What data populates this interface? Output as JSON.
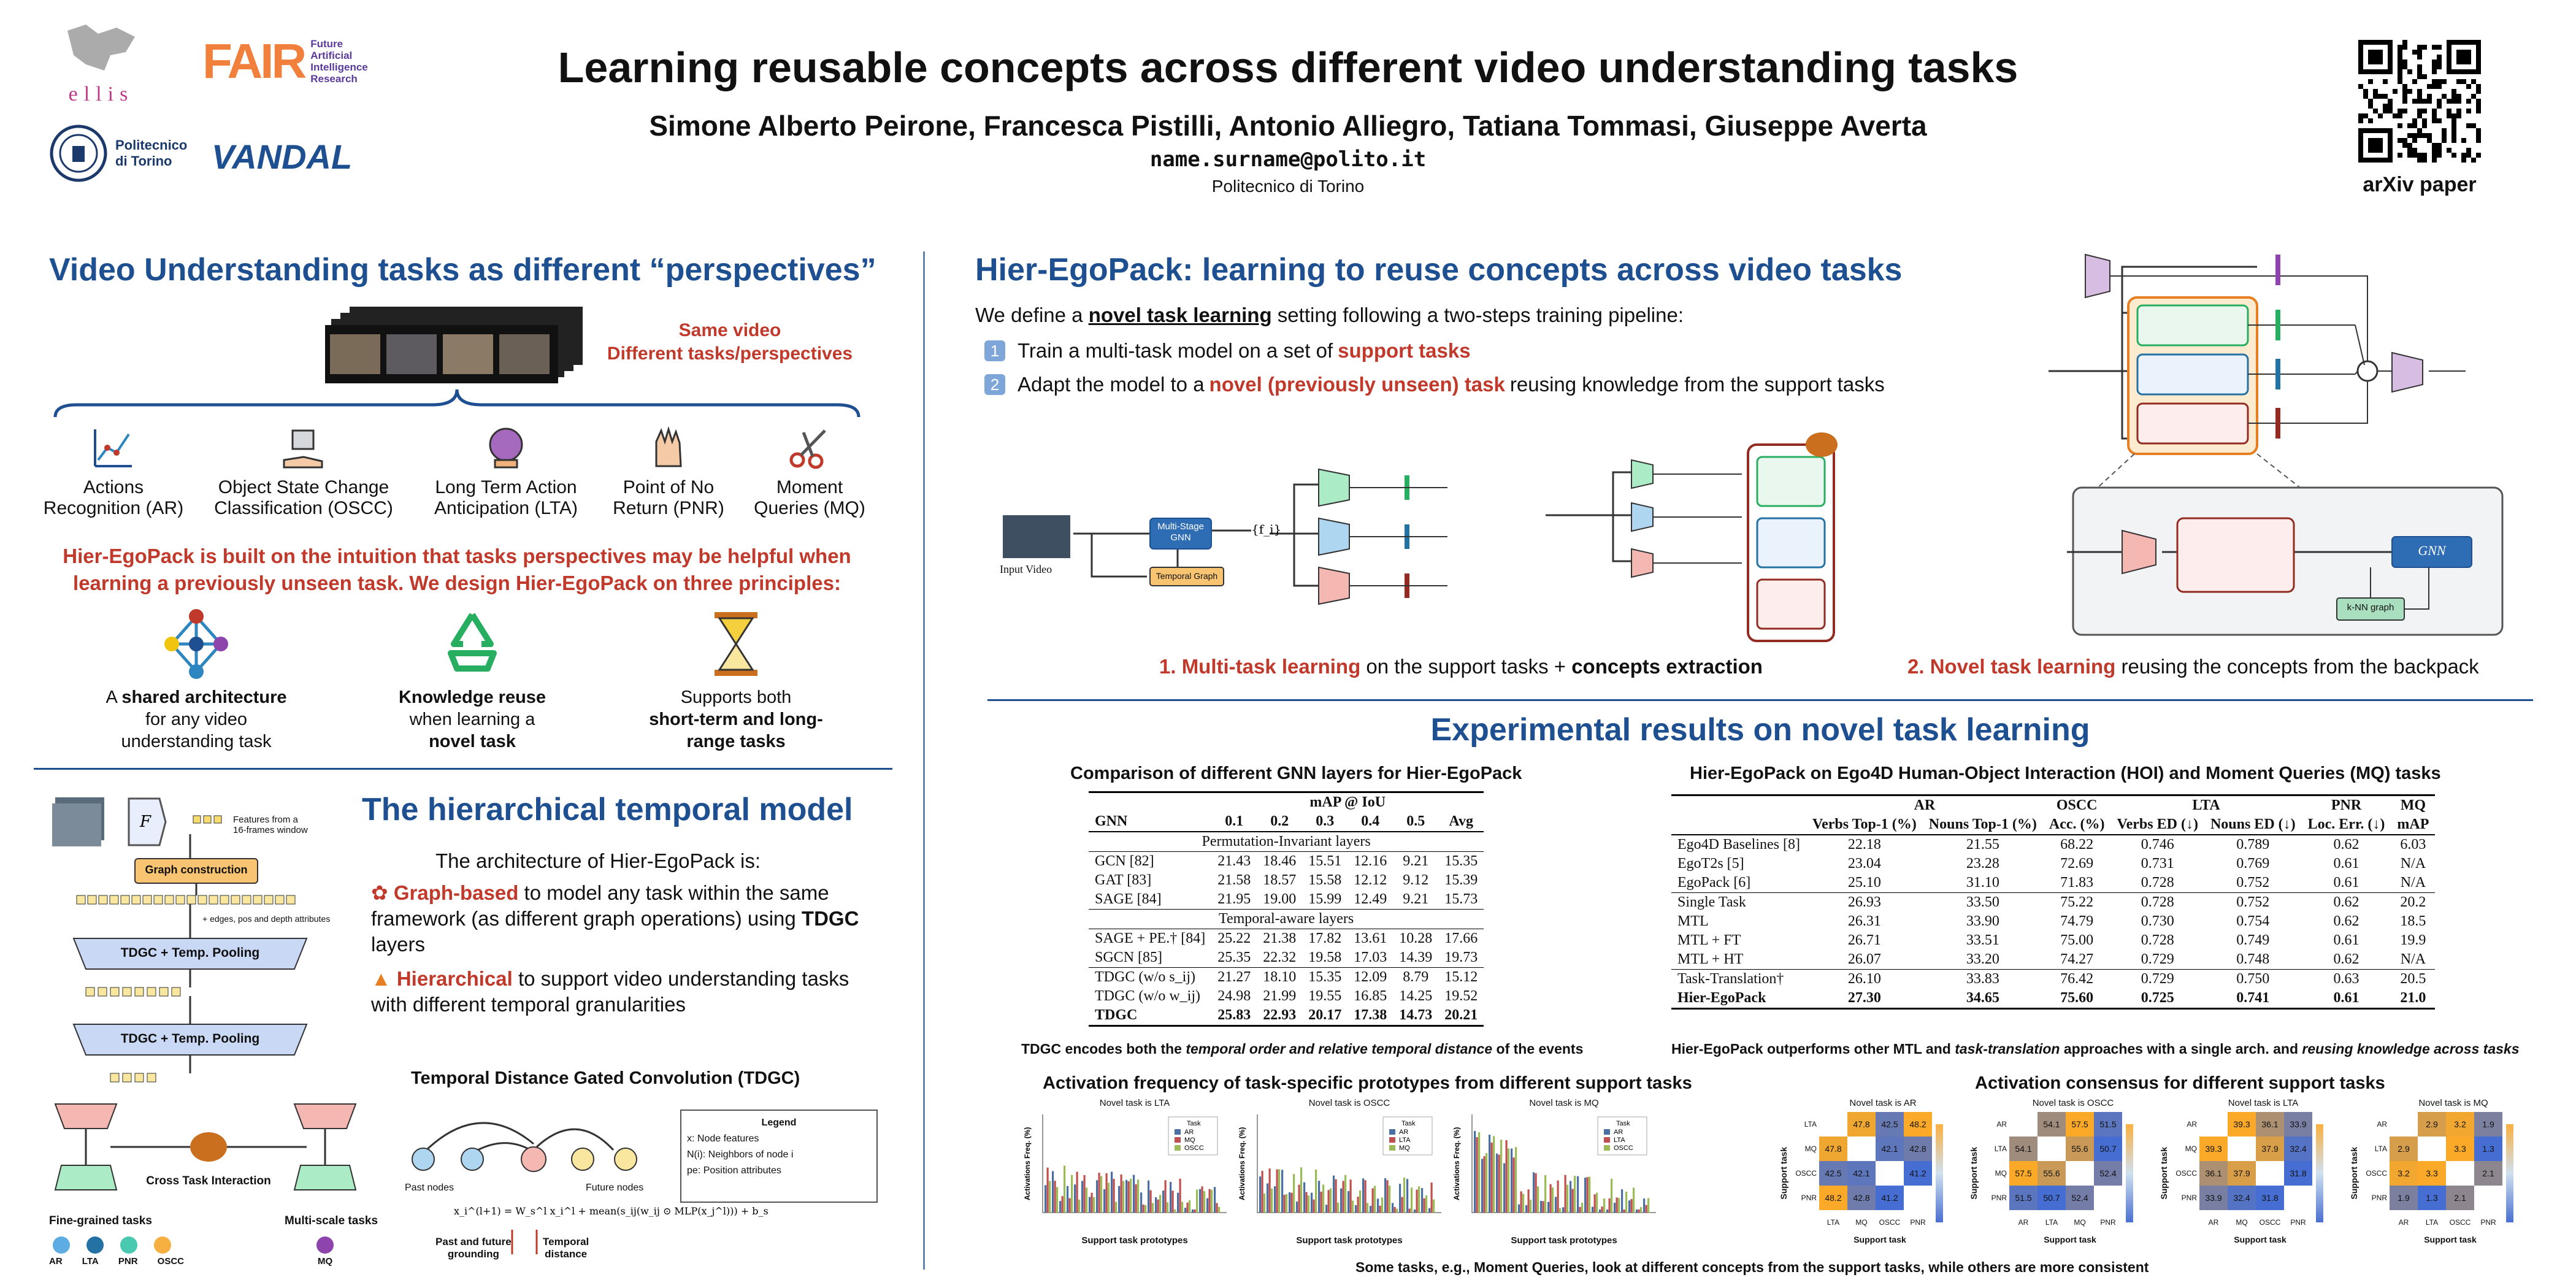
{
  "header": {
    "title": "Learning reusable concepts across different video understanding tasks",
    "authors": "Simone Alberto Peirone, Francesca Pistilli, Antonio Alliegro, Tatiana Tommasi, Giuseppe Averta",
    "email": "name.surname@polito.it",
    "affiliation": "Politecnico di Torino",
    "logos": {
      "ellis": "ellis",
      "fair_acronym": "FAIR",
      "fair_full": [
        "Future",
        "Artificial",
        "Intelligence",
        "Research"
      ],
      "polito": [
        "Politecnico",
        "di Torino"
      ],
      "vandal": "VANDAL"
    },
    "qr_label": "arXiv paper"
  },
  "left": {
    "sec1_title": "Video Understanding tasks as different “perspectives”",
    "same_video": [
      "Same video",
      "Different tasks/perspectives"
    ],
    "tasks": [
      {
        "label": [
          "Actions",
          "Recognition (AR)"
        ],
        "icon": "chart-icon"
      },
      {
        "label": [
          "Object State Change",
          "Classification (OSCC)"
        ],
        "icon": "box-hand-icon"
      },
      {
        "label": [
          "Long Term Action",
          "Anticipation (LTA)"
        ],
        "icon": "crystal-ball-icon"
      },
      {
        "label": [
          "Point of No",
          "Return (PNR)"
        ],
        "icon": "hand-icon"
      },
      {
        "label": [
          "Moment",
          "Queries (MQ)"
        ],
        "icon": "scissors-icon"
      }
    ],
    "intuition": "Hier-EgoPack is built on the intuition that tasks perspectives may be helpful when learning a previously unseen task. We design Hier-EgoPack on three principles:",
    "principles": [
      {
        "pre": "A ",
        "bold": "shared architecture",
        "post": "for any video understanding task",
        "icon": "network-icon"
      },
      {
        "bold": "Knowledge reuse",
        "post": "when learning a",
        "bold2": "novel task",
        "icon": "recycle-icon"
      },
      {
        "pre": "Supports both",
        "bold": "short-term and long-range tasks",
        "icon": "hourglass-icon"
      }
    ],
    "sec2_title": "The hierarchical temporal model",
    "arch_intro": "The architecture of Hier-EgoPack is:",
    "point1_red": "Graph-based",
    "point1_rest": " to model any task within the same framework (as different graph operations) using ",
    "point1_bold": "TDGC",
    "point1_end": " layers",
    "point2_red": "Hierarchical",
    "point2_rest": " to support video understanding tasks with different temporal granularities",
    "diagram": {
      "features_note": [
        "Features from a",
        "16-frames window"
      ],
      "graph_construction": "Graph construction",
      "edges_note": "+ edges, pos and depth attributes",
      "tdgc1": "TDGC + Temp. Pooling",
      "tdgc2": "TDGC + Temp. Pooling",
      "cross_task": "Cross Task Interaction",
      "fine_grained": "Fine-grained tasks",
      "multi_scale": "Multi-scale tasks",
      "fine_tasks": [
        "AR",
        "LTA",
        "PNR",
        "OSCC"
      ],
      "multi_tasks": [
        "MQ"
      ]
    },
    "tdgc_title": "Temporal Distance Gated Convolution (TDGC)",
    "tdgc_labels": {
      "past": "Past nodes",
      "future": "Future nodes",
      "past_future": [
        "Past and future",
        "grounding"
      ],
      "temporal_distance": [
        "Temporal",
        "distance"
      ],
      "legend_title": "Legend",
      "legend": [
        "x: Node features",
        "N(i): Neighbors of node i",
        "pe: Position attributes"
      ]
    }
  },
  "right": {
    "sec_title": "Hier-EgoPack: learning to reuse concepts across video tasks",
    "intro_pre": "We define a ",
    "intro_bold": "novel task learning",
    "intro_post": " setting following a two-steps training pipeline:",
    "step1_pre": "Train a multi-task model on a set of ",
    "step1_red": "support tasks",
    "step2_pre": "Adapt the model to a ",
    "step2_red": "novel (previously unseen) task",
    "step2_post": " reusing knowledge from the support tasks",
    "pipeline": {
      "input_video": "Input Video",
      "msgnn": [
        "Multi-Stage",
        "GNN"
      ],
      "temporal_graph": "Temporal Graph",
      "knn": "k-NN graph",
      "gnn": "GNN"
    },
    "caption1_red": "1. Multi-task learning",
    "caption1_mid": " on the support tasks + ",
    "caption1_bold": "concepts extraction",
    "caption2_red": "2. Novel task learning",
    "caption2_post": " reusing the concepts from the backpack",
    "results_title": "Experimental results on novel task learning",
    "table1": {
      "title": "Comparison of different GNN layers for Hier-EgoPack",
      "group_header": "mAP @ IoU",
      "headers": [
        "GNN",
        "0.1",
        "0.2",
        "0.3",
        "0.4",
        "0.5",
        "Avg"
      ],
      "section1": "Permutation-Invariant layers",
      "rows1": [
        [
          "GCN [82]",
          "21.43",
          "18.46",
          "15.51",
          "12.16",
          "9.21",
          "15.35"
        ],
        [
          "GAT [83]",
          "21.58",
          "18.57",
          "15.58",
          "12.12",
          "9.12",
          "15.39"
        ],
        [
          "SAGE [84]",
          "21.95",
          "19.00",
          "15.99",
          "12.49",
          "9.21",
          "15.73"
        ]
      ],
      "section2": "Temporal-aware layers",
      "rows2": [
        [
          "SAGE + PE.† [84]",
          "25.22",
          "21.38",
          "17.82",
          "13.61",
          "10.28",
          "17.66"
        ],
        [
          "SGCN [85]",
          "25.35",
          "22.32",
          "19.58",
          "17.03",
          "14.39",
          "19.73"
        ]
      ],
      "rows3": [
        [
          "TDGC (w/o s_ij)",
          "21.27",
          "18.10",
          "15.35",
          "12.09",
          "8.79",
          "15.12"
        ],
        [
          "TDGC (w/o w_ij)",
          "24.98",
          "21.99",
          "19.55",
          "16.85",
          "14.25",
          "19.52"
        ],
        [
          "TDGC",
          "25.83",
          "22.93",
          "20.17",
          "17.38",
          "14.73",
          "20.21"
        ]
      ],
      "caption_pre": "TDGC encodes both the ",
      "caption_it": "temporal order and relative temporal distance",
      "caption_post": " of the events"
    },
    "table2": {
      "title": "Hier-EgoPack on Ego4D Human-Object Interaction (HOI) and Moment Queries (MQ) tasks",
      "groups": [
        "AR",
        "OSCC",
        "LTA",
        "PNR",
        "MQ"
      ],
      "headers": [
        "",
        "Verbs Top-1 (%)",
        "Nouns Top-1 (%)",
        "Acc. (%)",
        "Verbs ED (↓)",
        "Nouns ED (↓)",
        "Loc. Err. (↓)",
        "mAP"
      ],
      "rows1": [
        [
          "Ego4D Baselines [8]",
          "22.18",
          "21.55",
          "68.22",
          "0.746",
          "0.789",
          "0.62",
          "6.03"
        ],
        [
          "EgoT2s [5]",
          "23.04",
          "23.28",
          "72.69",
          "0.731",
          "0.769",
          "0.61",
          "N/A"
        ],
        [
          "EgoPack [6]",
          "25.10",
          "31.10",
          "71.83",
          "0.728",
          "0.752",
          "0.61",
          "N/A"
        ]
      ],
      "rows2": [
        [
          "Single Task",
          "26.93",
          "33.50",
          "75.22",
          "0.728",
          "0.752",
          "0.62",
          "20.2"
        ],
        [
          "MTL",
          "26.31",
          "33.90",
          "74.79",
          "0.730",
          "0.754",
          "0.62",
          "18.5"
        ],
        [
          "MTL + FT",
          "26.71",
          "33.51",
          "75.00",
          "0.728",
          "0.749",
          "0.61",
          "19.9"
        ],
        [
          "MTL + HT",
          "26.07",
          "33.20",
          "74.27",
          "0.729",
          "0.748",
          "0.62",
          "N/A"
        ]
      ],
      "rows3": [
        [
          "Task-Translation†",
          "26.10",
          "33.83",
          "76.42",
          "0.729",
          "0.750",
          "0.63",
          "20.5"
        ],
        [
          "Hier-EgoPack",
          "27.30",
          "34.65",
          "75.60",
          "0.725",
          "0.741",
          "0.61",
          "21.0"
        ]
      ],
      "caption_pre": "Hier-EgoPack outperforms other MTL and ",
      "caption_it1": "task-translation",
      "caption_mid": " approaches with a single arch. and ",
      "caption_it2": "reusing knowledge across tasks"
    },
    "activation": {
      "title": "Activation frequency of task-specific prototypes from different support tasks",
      "panels": [
        {
          "title": "Novel task is LTA",
          "legend": [
            "AR",
            "MQ",
            "OSCC"
          ]
        },
        {
          "title": "Novel task is OSCC",
          "legend": [
            "AR",
            "LTA",
            "MQ"
          ]
        },
        {
          "title": "Novel task is MQ",
          "legend": [
            "AR",
            "LTA",
            "OSCC"
          ]
        }
      ],
      "ylabel": "Activations Freq. (%)",
      "xlabel": "Support task prototypes",
      "legend_title": "Task"
    },
    "consensus": {
      "title": "Activation consensus for different support tasks",
      "ylabel": "Support task",
      "xlabel": "Support task",
      "panels": [
        {
          "title": "Novel task is AR",
          "tasks": [
            "LTA",
            "MQ",
            "OSCC",
            "PNR"
          ],
          "values": [
            [
              "",
              "47.8",
              "42.5",
              "48.2"
            ],
            [
              "47.8",
              "",
              "42.1",
              "42.8"
            ],
            [
              "42.5",
              "42.1",
              "",
              "41.2"
            ],
            [
              "48.2",
              "42.8",
              "41.2",
              ""
            ]
          ]
        },
        {
          "title": "Novel task is OSCC",
          "tasks": [
            "AR",
            "LTA",
            "MQ",
            "PNR"
          ],
          "values": [
            [
              "",
              "54.1",
              "57.5",
              "51.5"
            ],
            [
              "54.1",
              "",
              "55.6",
              "50.7"
            ],
            [
              "57.5",
              "55.6",
              "",
              "52.4"
            ],
            [
              "51.5",
              "50.7",
              "52.4",
              ""
            ]
          ]
        },
        {
          "title": "Novel task is LTA",
          "tasks": [
            "AR",
            "MQ",
            "OSCC",
            "PNR"
          ],
          "values": [
            [
              "",
              "39.3",
              "36.1",
              "33.9"
            ],
            [
              "39.3",
              "",
              "37.9",
              "32.4"
            ],
            [
              "36.1",
              "37.9",
              "",
              "31.8"
            ],
            [
              "33.9",
              "32.4",
              "31.8",
              ""
            ]
          ]
        },
        {
          "title": "Novel task is MQ",
          "tasks": [
            "AR",
            "LTA",
            "OSCC",
            "PNR"
          ],
          "values": [
            [
              "",
              "2.9",
              "3.2",
              "1.9"
            ],
            [
              "2.9",
              "",
              "3.3",
              "1.3"
            ],
            [
              "3.2",
              "3.3",
              "",
              "2.1"
            ],
            [
              "1.9",
              "1.3",
              "2.1",
              ""
            ]
          ]
        }
      ]
    },
    "bottom_caption": "Some tasks, e.g., Moment Queries, look at different concepts from the support tasks, while others are more consistent"
  }
}
